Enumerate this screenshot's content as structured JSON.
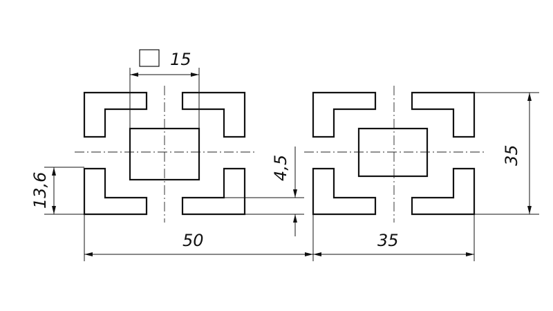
{
  "dimensions": {
    "square_side": "15",
    "slot_height": "13,6",
    "slot_width": "4,5",
    "overall_width": "50",
    "profile_width": "35",
    "profile_height": "35"
  },
  "colors": {
    "line": "#111111",
    "background": "#ffffff"
  }
}
